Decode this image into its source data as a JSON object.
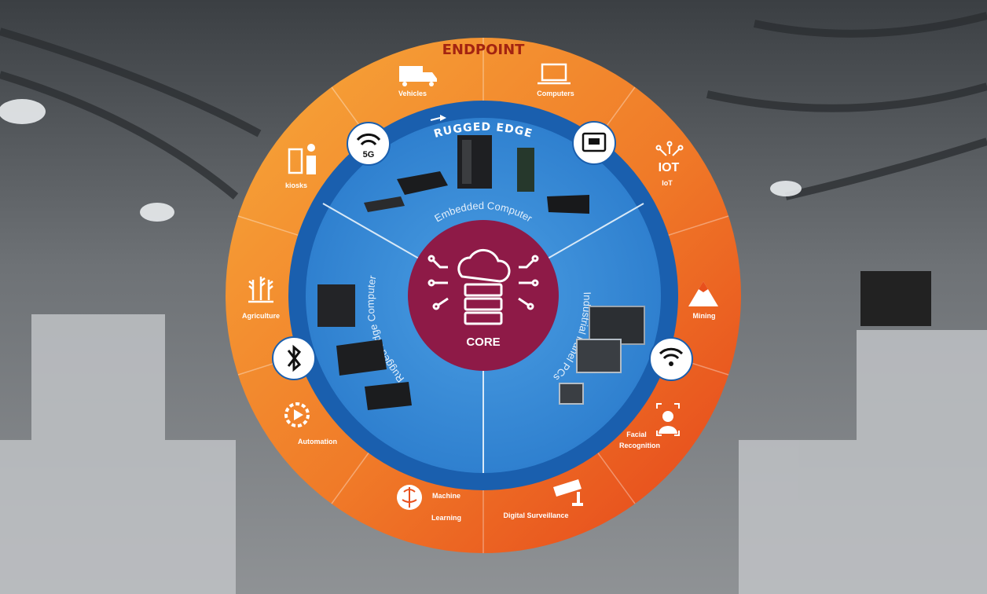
{
  "diagram": {
    "outer_ring_title": "ENDPOINT",
    "middle_ring_title": "RUGGED EDGE",
    "core_label": "CORE",
    "segments": {
      "embedded": "Embedded Computer",
      "rugged": "Rugged Edge Computer",
      "panel": "Industrial Panel PCs"
    },
    "endpoints": [
      {
        "label": "Vehicles",
        "icon": "truck-icon"
      },
      {
        "label": "Computers",
        "icon": "laptop-icon"
      },
      {
        "label": "IoT",
        "icon": "iot-icon",
        "icon_text": "IOT"
      },
      {
        "label": "Mining",
        "icon": "mountain-icon"
      },
      {
        "label": "Facial",
        "label2": "Recognition",
        "icon": "face-scan-icon"
      },
      {
        "label": "Digital Surveillance",
        "icon": "cctv-icon"
      },
      {
        "label": "Machine",
        "label2": "Learning",
        "icon": "brain-icon"
      },
      {
        "label": "Automation",
        "icon": "gear-play-icon"
      },
      {
        "label": "Agriculture",
        "icon": "wheat-icon"
      },
      {
        "label": "kiosks",
        "icon": "kiosk-icon"
      }
    ],
    "connectivity_badges": [
      {
        "icon": "5g-icon",
        "text": "5G"
      },
      {
        "icon": "ethernet-icon"
      },
      {
        "icon": "wifi-icon"
      },
      {
        "icon": "bluetooth-icon"
      }
    ],
    "colors": {
      "orange_light": "#f39a2f",
      "orange_dark": "#e8501c",
      "blue_ring": "#1565b8",
      "blue_inner": "#3a8fd9",
      "core": "#8e1a47"
    }
  }
}
